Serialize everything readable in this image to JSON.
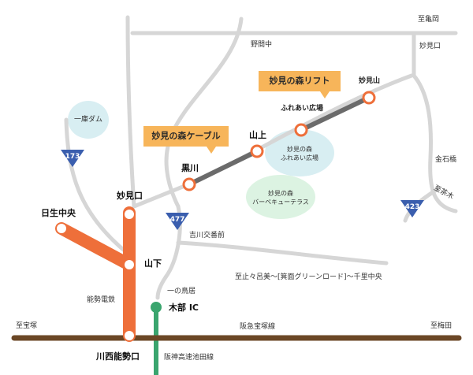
{
  "map": {
    "places": {
      "kameoka": "至亀岡",
      "myokenguchi_ne": "妙見口",
      "nomanaka": "野間中",
      "ikkura_dam": "一庫ダム",
      "kinseki_bridge": "金石橋",
      "shichanoki": "至茶木",
      "yoshikawa_koban": "吉川交番前",
      "shikaido": "至止々呂美～[箕面グリーンロード]～千里中央",
      "ichinotorii": "一の鳥居",
      "nose_railway": "能勢電鉄",
      "kibe_ic": "木部 IC",
      "hankyu_takarazuka": "阪急宝塚線",
      "to_takarazuka": "至宝塚",
      "to_umeda": "至梅田",
      "hanshin_expressway": "阪神高速池田線"
    },
    "stations": {
      "myokenguchi": "妙見口",
      "hirano": "日生中央",
      "yamashita": "山下",
      "kawanishi": "川西能勢口",
      "kurokawa": "黒川",
      "yamagami": "山上",
      "fureai": "ふれあい広場",
      "myokensan": "妙見山"
    },
    "callouts": {
      "cable": "妙見の森ケーブル",
      "lift": "妙見の森リフト"
    },
    "areas": {
      "fureai_line1": "妙見の森",
      "fureai_line2": "ふれあい広場",
      "bbq_line1": "妙見の森",
      "bbq_line2": "バーベキューテラス"
    },
    "routes": {
      "r173": "173",
      "r477": "477",
      "r423": "423"
    },
    "colors": {
      "road": "#d6d6d6",
      "rail_nose": "#ee6f3a",
      "rail_hankyu": "#6b4726",
      "expressway": "#3aa56e",
      "cable": "#6b6b6b",
      "callout": "#f7b55a",
      "route_shield": "#3a5eae",
      "area_blue": "#d8eef2",
      "area_green": "#dcf3e2"
    }
  }
}
